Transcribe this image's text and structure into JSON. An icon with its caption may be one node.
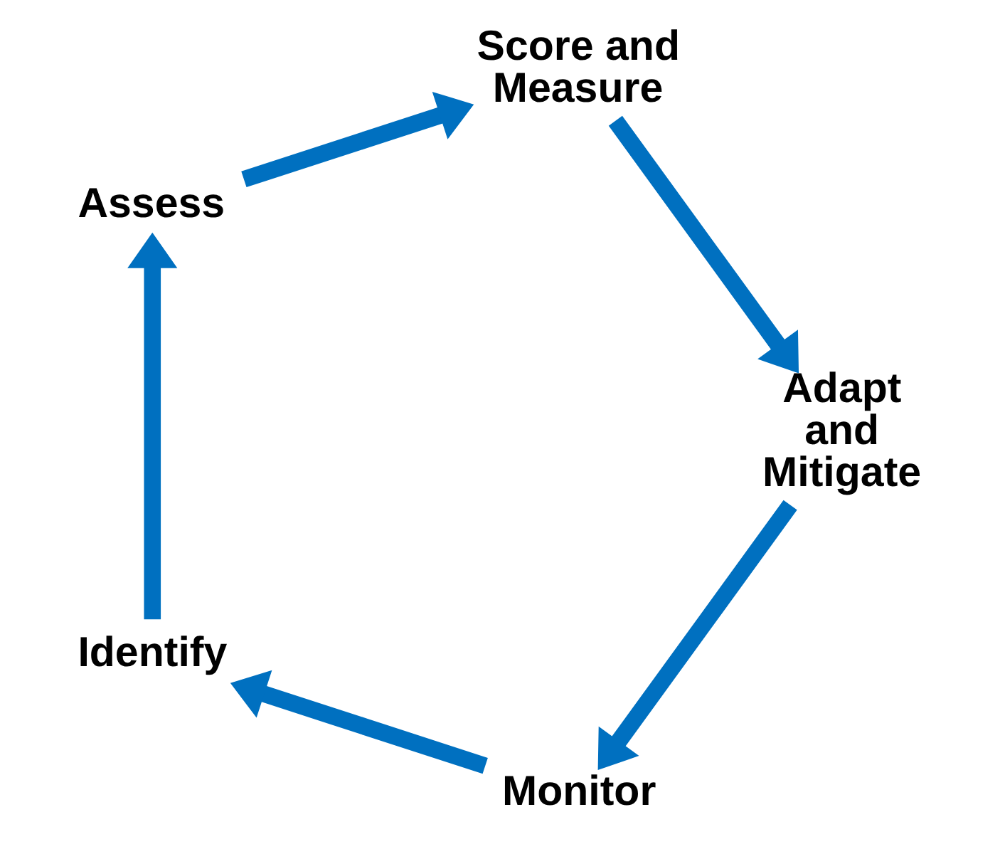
{
  "diagram": {
    "nodes": [
      {
        "text": [
          "Monitor"
        ]
      },
      {
        "text": [
          "Identify"
        ]
      },
      {
        "text": [
          "Assess"
        ]
      },
      {
        "text": [
          "Score and Measure"
        ]
      },
      {
        "text": [
          "Adapt and Mitigate"
        ]
      }
    ],
    "edges": [
      {
        "from": 0,
        "to": 1,
        "arrow": "to"
      },
      {
        "from": 1,
        "to": 2,
        "arrow": "to"
      },
      {
        "from": 2,
        "to": 3,
        "arrow": "to"
      },
      {
        "from": 3,
        "to": 4,
        "arrow": "to"
      },
      {
        "from": 4,
        "to": 0,
        "arrow": "to"
      }
    ]
  }
}
